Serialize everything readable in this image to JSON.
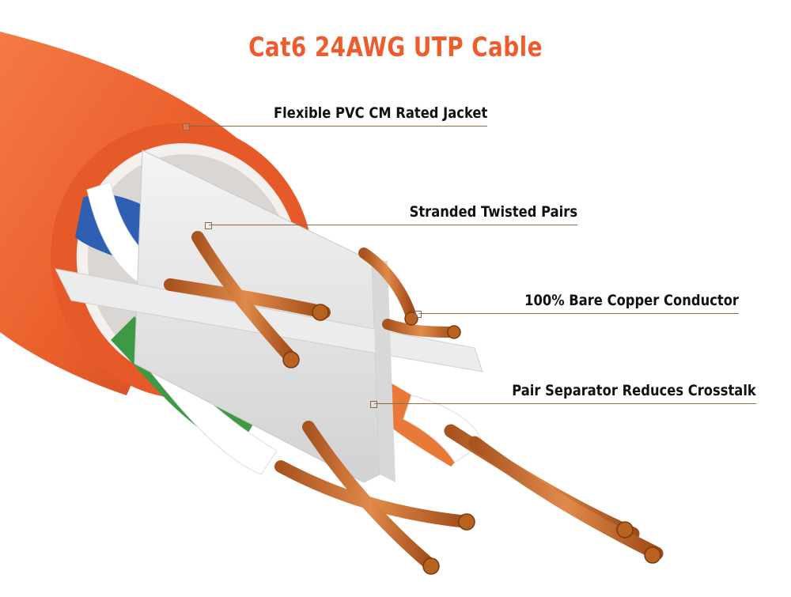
{
  "title": "Cat6 24AWG UTP Cable",
  "callouts": [
    {
      "label": "Flexible PVC CM Rated Jacket"
    },
    {
      "label": "Stranded Twisted Pairs"
    },
    {
      "label": "100% Bare Copper Conductor"
    },
    {
      "label": "Pair Separator Reduces Crosstalk"
    }
  ],
  "colors": {
    "title": "#ee5c2e",
    "jacket": "#f06a36",
    "copper": "#c8662a",
    "separator": "#e8e8e8",
    "pair_blue": "#2f5fb3",
    "pair_green": "#3c9a44",
    "pair_orange": "#e87936"
  }
}
